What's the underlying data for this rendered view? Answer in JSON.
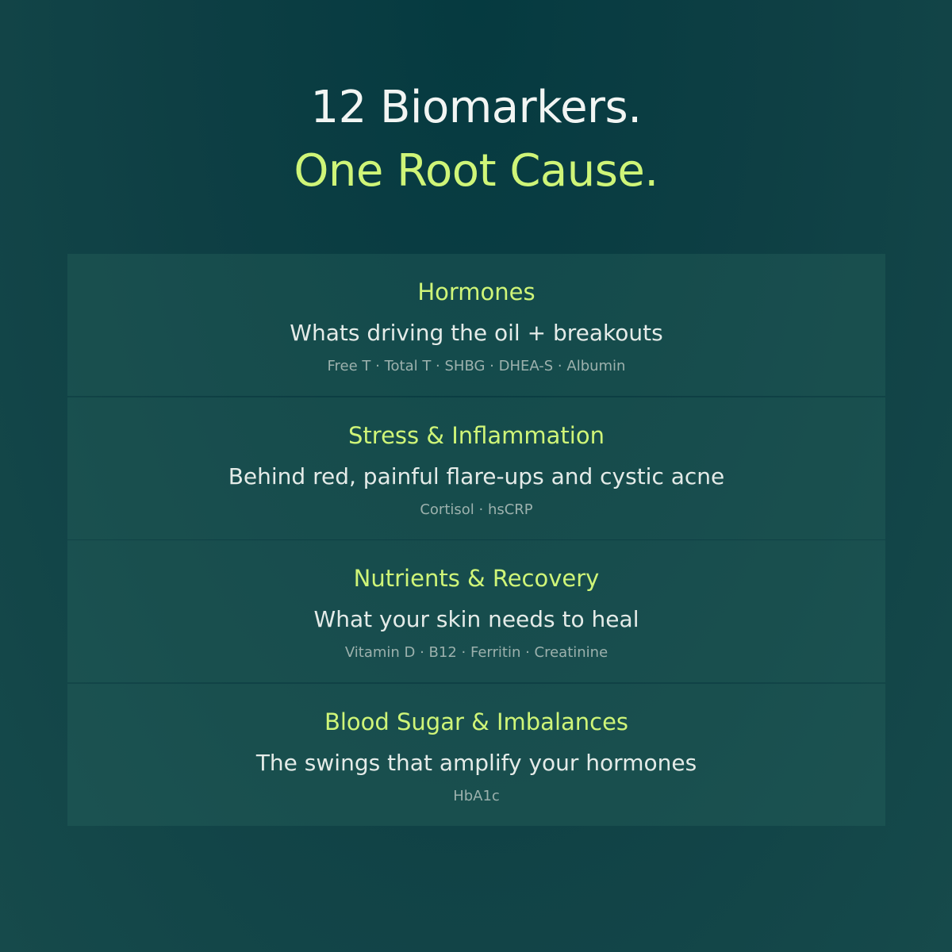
{
  "headline": {
    "line1": "12 Biomarkers.",
    "line2": "One Root Cause."
  },
  "categories": [
    {
      "title": "Hormones",
      "description": "Whats driving the oil + breakouts",
      "markers": "Free T · Total T · SHBG · DHEA-S · Albumin"
    },
    {
      "title": "Stress & Inflammation",
      "description": "Behind red, painful flare-ups and cystic acne",
      "markers": "Cortisol · hsCRP"
    },
    {
      "title": "Nutrients & Recovery",
      "description": "What your skin needs to heal",
      "markers": "Vitamin D · B12 · Ferritin · Creatinine"
    },
    {
      "title": "Blood Sugar & Imbalances",
      "description": "The swings that amplify your hormones",
      "markers": "HbA1c"
    }
  ],
  "colors": {
    "accent": "#cff578",
    "headline_text": "#f2f5f3",
    "body_text": "#e4ebe8",
    "muted_text": "#9cb1ad"
  }
}
